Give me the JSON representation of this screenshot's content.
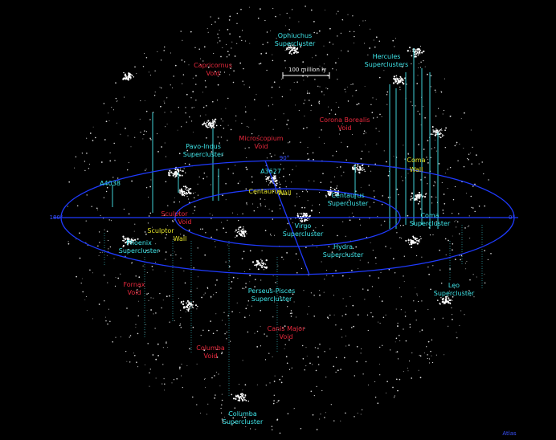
{
  "scale_bar": {
    "label": "100 million ly"
  },
  "axis_labels": {
    "top": "90°",
    "left": "180°",
    "right": "0°"
  },
  "superclusters": [
    {
      "id": "ophiuchus",
      "lines": [
        "Ophiuchus",
        "Supercluster"
      ]
    },
    {
      "id": "hercules",
      "lines": [
        "Hercules",
        "Superclusters"
      ]
    },
    {
      "id": "pavo-indus",
      "lines": [
        "Pavo-Indus",
        "Supercluster"
      ]
    },
    {
      "id": "centaurus-sc",
      "lines": [
        "Centaurus",
        "Supercluster"
      ]
    },
    {
      "id": "coma-sc",
      "lines": [
        "Coma",
        "Supercluster"
      ]
    },
    {
      "id": "virgo",
      "lines": [
        "Virgo",
        "Supercluster"
      ]
    },
    {
      "id": "hydra",
      "lines": [
        "Hydra",
        "Supercluster"
      ]
    },
    {
      "id": "phoenix",
      "lines": [
        "Phoenix",
        "Supercluster"
      ]
    },
    {
      "id": "perseus-pisces",
      "lines": [
        "Perseus-Pisces",
        "Supercluster"
      ]
    },
    {
      "id": "leo",
      "lines": [
        "Leo",
        "Supercluster"
      ]
    },
    {
      "id": "columba-sc",
      "lines": [
        "Columba",
        "Supercluster"
      ]
    },
    {
      "id": "a4038",
      "lines": [
        "A4038"
      ]
    },
    {
      "id": "a3627",
      "lines": [
        "A3627"
      ]
    }
  ],
  "voids": [
    {
      "id": "capricornus",
      "lines": [
        "Capricornus",
        "Void"
      ]
    },
    {
      "id": "corona-borealis",
      "lines": [
        "Corona Borealis",
        "Void"
      ]
    },
    {
      "id": "microscopium",
      "lines": [
        "Microscopium",
        "Void"
      ]
    },
    {
      "id": "sculptor-void",
      "lines": [
        "Sculptor",
        "Void"
      ]
    },
    {
      "id": "fornax",
      "lines": [
        "Fornax",
        "Void"
      ]
    },
    {
      "id": "canis-major",
      "lines": [
        "Canis Major",
        "Void"
      ]
    },
    {
      "id": "columba-void",
      "lines": [
        "Columba",
        "Void"
      ]
    }
  ],
  "walls": [
    {
      "id": "coma-wall",
      "lines": [
        "Coma",
        "Wall"
      ]
    },
    {
      "id": "centaurus-wall",
      "lines": [
        "Centaurus",
        "Wall"
      ]
    },
    {
      "id": "sculptor-wall",
      "lines": [
        "Sculptor",
        "Wall"
      ]
    }
  ],
  "credit": "Atlas"
}
